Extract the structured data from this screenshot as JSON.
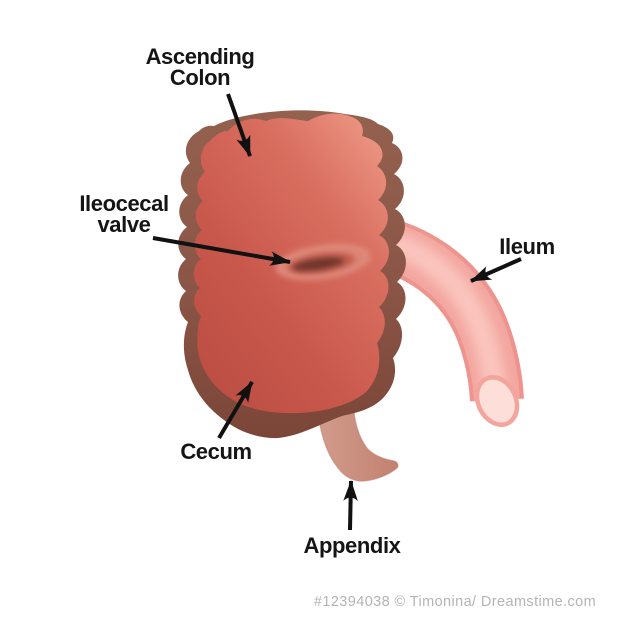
{
  "figure": {
    "type": "anatomical-diagram",
    "subject": "Cecum, ascending colon, ileocecal valve, ileum and appendix",
    "labels": {
      "ascending_colon": {
        "line1": "Ascending",
        "line2": "Colon"
      },
      "ileocecal_valve": {
        "line1": "Ileocecal",
        "line2": "valve"
      },
      "ileum": "Ileum",
      "cecum": "Cecum",
      "appendix": "Appendix"
    },
    "watermark": "#12394038 © Timonina/ Dreamstime.com",
    "palette": {
      "wall_light": "#94614F",
      "wall_dark": "#7B4638",
      "interior_light": "#EC9482",
      "interior_dark": "#B84B40",
      "valve_ring": "#DD8576",
      "valve_slit": "#6E352C",
      "ileum_base": "#F2A19B",
      "ileum_highlight": "#FAC5BE",
      "ileum_opening": "#FDDED8",
      "appendix_light": "#D29C8C",
      "appendix_dark": "#C38170",
      "arrow": "#111111",
      "label_text": "#151515",
      "watermark_text": "#B4B4B4"
    }
  }
}
